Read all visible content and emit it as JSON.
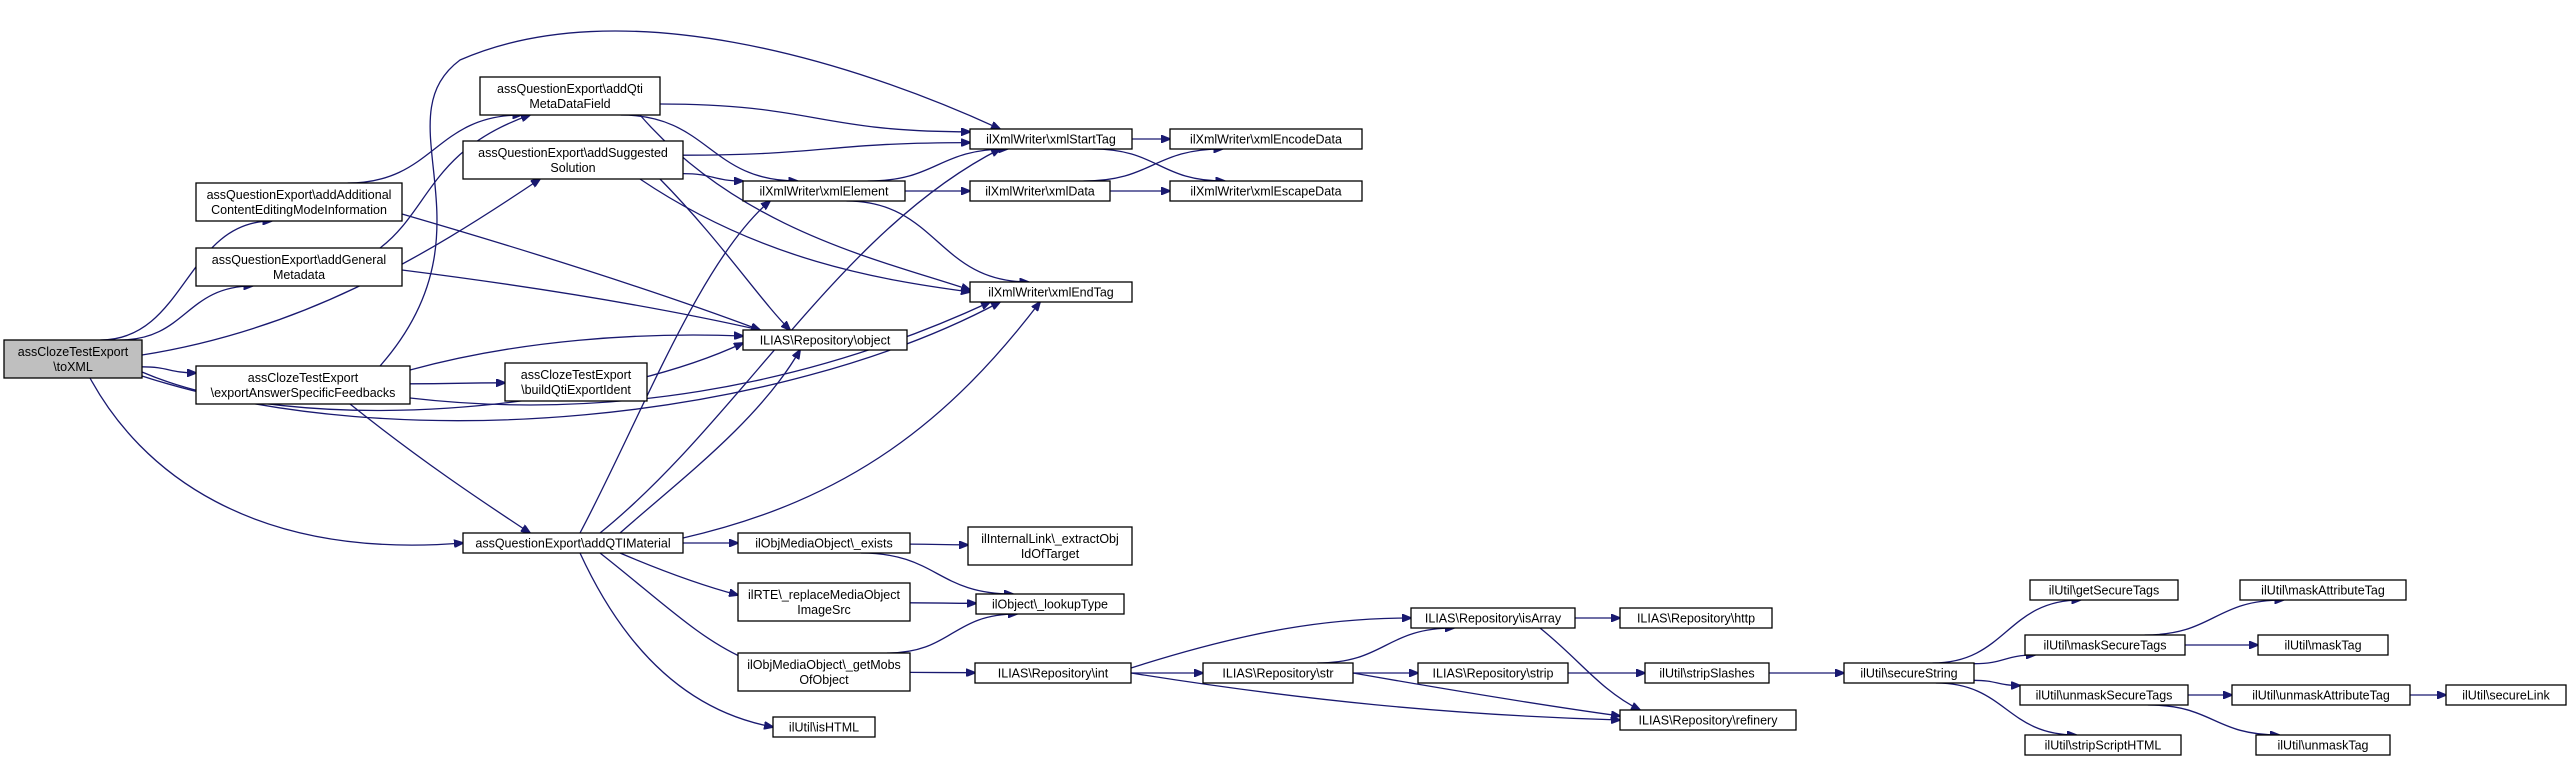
{
  "title": "",
  "colors": {
    "edge": "#191970",
    "node_border": "#000000",
    "root_fill": "#bfbfbf",
    "node_fill": "#ffffff"
  },
  "nodes": [
    {
      "id": "toXML",
      "lines": [
        "assClozeTestExport",
        "\\toXML"
      ],
      "root": true
    },
    {
      "id": "addAdditional",
      "lines": [
        "assQuestionExport\\addAdditional",
        "ContentEditingModeInformation"
      ]
    },
    {
      "id": "addGeneral",
      "lines": [
        "assQuestionExport\\addGeneral",
        "Metadata"
      ]
    },
    {
      "id": "exportAnswer",
      "lines": [
        "assClozeTestExport",
        "\\exportAnswerSpecificFeedbacks"
      ]
    },
    {
      "id": "addQtiMeta",
      "lines": [
        "assQuestionExport\\addQti",
        "MetaDataField"
      ]
    },
    {
      "id": "addSuggested",
      "lines": [
        "assQuestionExport\\addSuggested",
        "Solution"
      ]
    },
    {
      "id": "buildQti",
      "lines": [
        "assClozeTestExport",
        "\\buildQtiExportIdent"
      ]
    },
    {
      "id": "addQTIMaterial",
      "lines": [
        "assQuestionExport\\addQTIMaterial"
      ]
    },
    {
      "id": "xmlStartTag",
      "lines": [
        "ilXmlWriter\\xmlStartTag"
      ]
    },
    {
      "id": "xmlElement",
      "lines": [
        "ilXmlWriter\\xmlElement"
      ]
    },
    {
      "id": "xmlEndTag",
      "lines": [
        "ilXmlWriter\\xmlEndTag"
      ]
    },
    {
      "id": "repoObject",
      "lines": [
        "ILIAS\\Repository\\object"
      ]
    },
    {
      "id": "xmlData",
      "lines": [
        "ilXmlWriter\\xmlData"
      ]
    },
    {
      "id": "xmlEncodeData",
      "lines": [
        "ilXmlWriter\\xmlEncodeData"
      ]
    },
    {
      "id": "xmlEscapeData",
      "lines": [
        "ilXmlWriter\\xmlEscapeData"
      ]
    },
    {
      "id": "objExists",
      "lines": [
        "ilObjMediaObject\\_exists"
      ]
    },
    {
      "id": "rteReplace",
      "lines": [
        "ilRTE\\_replaceMediaObject",
        "ImageSrc"
      ]
    },
    {
      "id": "getMobs",
      "lines": [
        "ilObjMediaObject\\_getMobs",
        "OfObject"
      ]
    },
    {
      "id": "isHTML",
      "lines": [
        "ilUtil\\isHTML"
      ]
    },
    {
      "id": "extractObj",
      "lines": [
        "ilInternalLink\\_extractObj",
        "IdOfTarget"
      ]
    },
    {
      "id": "lookupType",
      "lines": [
        "ilObject\\_lookupType"
      ]
    },
    {
      "id": "repoInt",
      "lines": [
        "ILIAS\\Repository\\int"
      ]
    },
    {
      "id": "repoStr",
      "lines": [
        "ILIAS\\Repository\\str"
      ]
    },
    {
      "id": "repoIsArray",
      "lines": [
        "ILIAS\\Repository\\isArray"
      ]
    },
    {
      "id": "repoStrip",
      "lines": [
        "ILIAS\\Repository\\strip"
      ]
    },
    {
      "id": "repoHttp",
      "lines": [
        "ILIAS\\Repository\\http"
      ]
    },
    {
      "id": "repoRefinery",
      "lines": [
        "ILIAS\\Repository\\refinery"
      ]
    },
    {
      "id": "stripSlashes",
      "lines": [
        "ilUtil\\stripSlashes"
      ]
    },
    {
      "id": "secureString",
      "lines": [
        "ilUtil\\secureString"
      ]
    },
    {
      "id": "getSecureTags",
      "lines": [
        "ilUtil\\getSecureTags"
      ]
    },
    {
      "id": "maskSecureTags",
      "lines": [
        "ilUtil\\maskSecureTags"
      ]
    },
    {
      "id": "unmaskSecureTags",
      "lines": [
        "ilUtil\\unmaskSecureTags"
      ]
    },
    {
      "id": "stripScriptHTML",
      "lines": [
        "ilUtil\\stripScriptHTML"
      ]
    },
    {
      "id": "maskAttributeTag",
      "lines": [
        "ilUtil\\maskAttributeTag"
      ]
    },
    {
      "id": "maskTag",
      "lines": [
        "ilUtil\\maskTag"
      ]
    },
    {
      "id": "unmaskAttributeTag",
      "lines": [
        "ilUtil\\unmaskAttributeTag"
      ]
    },
    {
      "id": "unmaskTag",
      "lines": [
        "ilUtil\\unmaskTag"
      ]
    },
    {
      "id": "secureLink",
      "lines": [
        "ilUtil\\secureLink"
      ]
    }
  ],
  "edges": [
    [
      "toXML",
      "addAdditional"
    ],
    [
      "toXML",
      "addGeneral"
    ],
    [
      "toXML",
      "exportAnswer"
    ],
    [
      "toXML",
      "addSuggested"
    ],
    [
      "toXML",
      "addQTIMaterial"
    ],
    [
      "toXML",
      "repoObject"
    ],
    [
      "toXML",
      "xmlEndTag"
    ],
    [
      "addAdditional",
      "addQtiMeta"
    ],
    [
      "addAdditional",
      "repoObject"
    ],
    [
      "addGeneral",
      "addQtiMeta"
    ],
    [
      "addGeneral",
      "repoObject"
    ],
    [
      "exportAnswer",
      "xmlStartTag"
    ],
    [
      "exportAnswer",
      "buildQti"
    ],
    [
      "exportAnswer",
      "repoObject"
    ],
    [
      "exportAnswer",
      "xmlEndTag"
    ],
    [
      "exportAnswer",
      "addQTIMaterial"
    ],
    [
      "addQtiMeta",
      "xmlStartTag"
    ],
    [
      "addQtiMeta",
      "xmlElement"
    ],
    [
      "addQtiMeta",
      "xmlEndTag"
    ],
    [
      "addSuggested",
      "xmlStartTag"
    ],
    [
      "addSuggested",
      "xmlElement"
    ],
    [
      "addSuggested",
      "repoObject"
    ],
    [
      "addSuggested",
      "xmlEndTag"
    ],
    [
      "xmlElement",
      "xmlStartTag"
    ],
    [
      "xmlElement",
      "xmlData"
    ],
    [
      "xmlElement",
      "xmlEndTag"
    ],
    [
      "xmlStartTag",
      "xmlEncodeData"
    ],
    [
      "xmlStartTag",
      "xmlEscapeData"
    ],
    [
      "xmlData",
      "xmlEncodeData"
    ],
    [
      "xmlData",
      "xmlEscapeData"
    ],
    [
      "addQTIMaterial",
      "xmlStartTag"
    ],
    [
      "addQTIMaterial",
      "xmlElement"
    ],
    [
      "addQTIMaterial",
      "repoObject"
    ],
    [
      "addQTIMaterial",
      "xmlEndTag"
    ],
    [
      "addQTIMaterial",
      "objExists"
    ],
    [
      "addQTIMaterial",
      "rteReplace"
    ],
    [
      "addQTIMaterial",
      "getMobs"
    ],
    [
      "addQTIMaterial",
      "isHTML"
    ],
    [
      "objExists",
      "extractObj"
    ],
    [
      "objExists",
      "lookupType"
    ],
    [
      "rteReplace",
      "lookupType"
    ],
    [
      "getMobs",
      "lookupType"
    ],
    [
      "getMobs",
      "repoInt"
    ],
    [
      "repoInt",
      "repoIsArray"
    ],
    [
      "repoInt",
      "repoStr"
    ],
    [
      "repoInt",
      "repoRefinery"
    ],
    [
      "repoStr",
      "repoIsArray"
    ],
    [
      "repoStr",
      "repoStrip"
    ],
    [
      "repoStr",
      "repoRefinery"
    ],
    [
      "repoIsArray",
      "repoHttp"
    ],
    [
      "repoIsArray",
      "repoRefinery"
    ],
    [
      "repoStrip",
      "stripSlashes"
    ],
    [
      "stripSlashes",
      "secureString"
    ],
    [
      "secureString",
      "getSecureTags"
    ],
    [
      "secureString",
      "maskSecureTags"
    ],
    [
      "secureString",
      "unmaskSecureTags"
    ],
    [
      "secureString",
      "stripScriptHTML"
    ],
    [
      "maskSecureTags",
      "maskAttributeTag"
    ],
    [
      "maskSecureTags",
      "maskTag"
    ],
    [
      "unmaskSecureTags",
      "unmaskAttributeTag"
    ],
    [
      "unmaskSecureTags",
      "unmaskTag"
    ],
    [
      "unmaskAttributeTag",
      "secureLink"
    ]
  ]
}
